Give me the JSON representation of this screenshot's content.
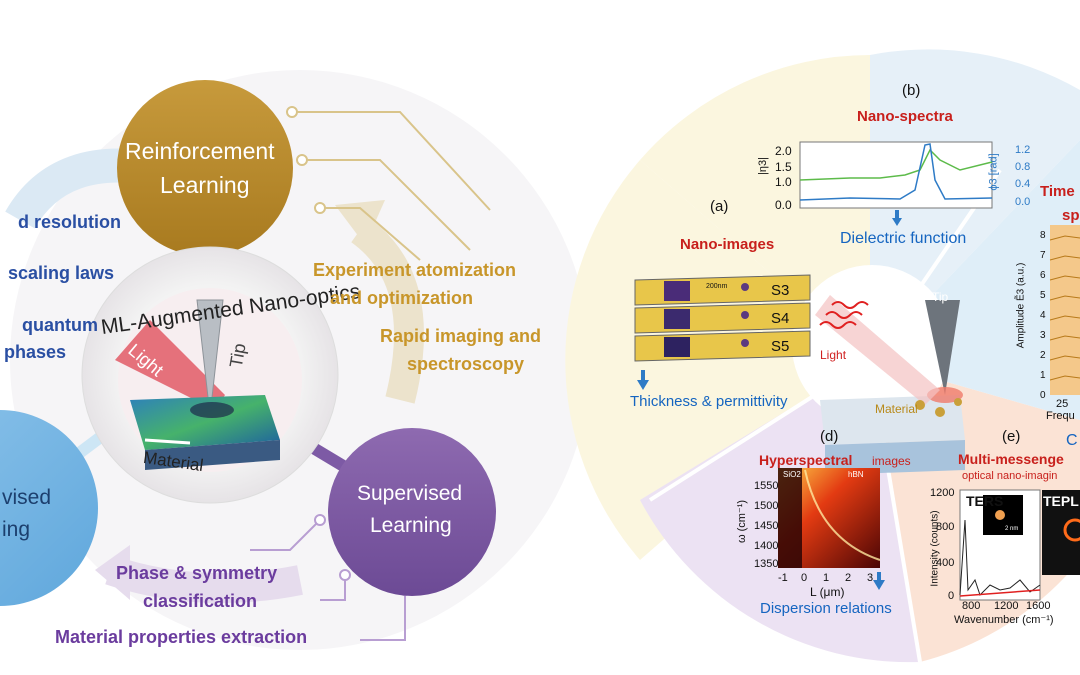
{
  "left": {
    "center_title": "ML-Augmented Nano-optics",
    "light_label": "Light",
    "tip_label": "Tip",
    "material_label": "Material",
    "reinforcement": {
      "line1": "Reinforcement",
      "line2": "Learning"
    },
    "supervised": {
      "line1": "Supervised",
      "line2": "Learning"
    },
    "unsupervised": {
      "line1": "vised",
      "line2": "ing"
    },
    "blue_items": [
      "d resolution",
      "scaling  laws",
      "quantum",
      "phases"
    ],
    "gold_items": [
      "Experiment atomization",
      "and optimization",
      "Rapid imaging and",
      "spectroscopy"
    ],
    "purple_items": [
      "Phase & symmetry",
      "classification",
      "Material properties extraction"
    ]
  },
  "right": {
    "panel_a": {
      "letter": "(a)",
      "title": "Nano-images",
      "layers": [
        "S3",
        "S4",
        "S5"
      ],
      "scalebar": "200nm",
      "result": "Thickness & permittivity"
    },
    "panel_b": {
      "letter": "(b)",
      "title": "Nano-spectra",
      "result": "Dielectric function",
      "y_left": [
        "2.0",
        "1.5",
        "1.0",
        "0.0"
      ],
      "y_right": [
        "1.2",
        "0.8",
        "0.4",
        "0.0"
      ],
      "y_left_label": "|η3|",
      "y_right_label": "ϕ3 [rad]"
    },
    "panel_c": {
      "title_line1": "Time",
      "title_line2": "sp",
      "y_label": "Amplitude Ẽ3 (a.u.)",
      "ticks": [
        "8",
        "7",
        "6",
        "5",
        "4",
        "3",
        "2",
        "1",
        "0"
      ],
      "x_tick": "25",
      "x_label": "Frequ",
      "result": "C"
    },
    "panel_d": {
      "letter": "(d)",
      "title": "Hyperspectral",
      "title_small": "images",
      "region_left": "SiO2",
      "region_right": "hBN",
      "y_label": "ω (cm⁻¹)",
      "y_ticks": [
        "1550",
        "1500",
        "1450",
        "1400",
        "1350"
      ],
      "x_ticks": [
        "-1",
        "0",
        "1",
        "2",
        "3"
      ],
      "x_label": "L (μm)",
      "result": "Dispersion relations"
    },
    "panel_e": {
      "letter": "(e)",
      "title": "Multi-messenge",
      "subtitle": "optical nano-imagin",
      "ters": "TERS",
      "tepl": "TEPL",
      "y_label": "Intensity (counts)",
      "y_ticks": [
        "1200",
        "800",
        "400",
        "0"
      ],
      "x_ticks": [
        "800",
        "1200",
        "1600"
      ],
      "x_label": "Wavenumber (cm⁻¹)",
      "inset_scale": "2 nm"
    },
    "center": {
      "tip": "Tip",
      "light": "Light",
      "material": "Material"
    }
  }
}
